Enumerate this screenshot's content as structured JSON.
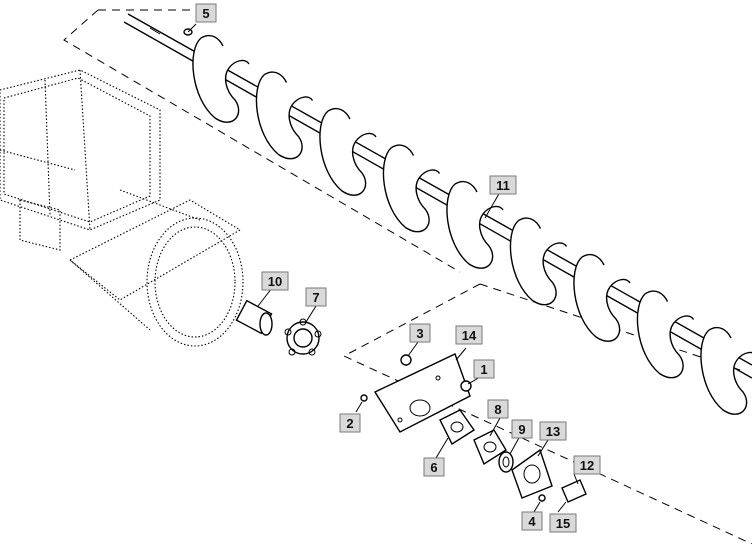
{
  "callouts": [
    {
      "id": "c5",
      "label": "5"
    },
    {
      "id": "c11",
      "label": "11"
    },
    {
      "id": "c10",
      "label": "10"
    },
    {
      "id": "c7",
      "label": "7"
    },
    {
      "id": "c3",
      "label": "3"
    },
    {
      "id": "c14",
      "label": "14"
    },
    {
      "id": "c1",
      "label": "1"
    },
    {
      "id": "c2",
      "label": "2"
    },
    {
      "id": "c8",
      "label": "8"
    },
    {
      "id": "c9",
      "label": "9"
    },
    {
      "id": "c13",
      "label": "13"
    },
    {
      "id": "c6",
      "label": "6"
    },
    {
      "id": "c12",
      "label": "12"
    },
    {
      "id": "c4",
      "label": "4"
    },
    {
      "id": "c15",
      "label": "15"
    }
  ],
  "colors": {
    "callout_fill": "#d9d9d9",
    "ink": "#000000"
  }
}
